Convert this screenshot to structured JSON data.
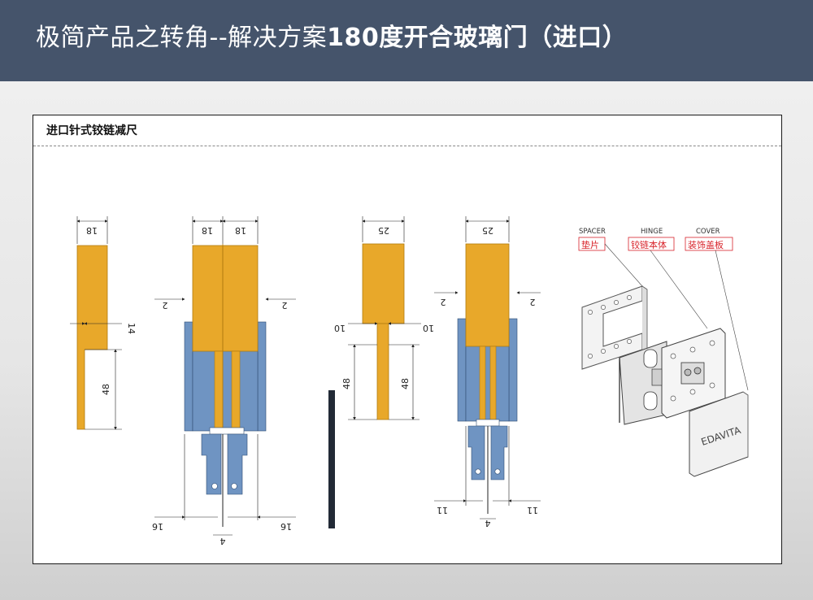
{
  "slide": {
    "title_regular": "极简产品之转角--解决方案",
    "title_bold": "180度开合玻璃门（进口）"
  },
  "panel": {
    "heading": "进口针式铰链减尺"
  },
  "dimensions": {
    "d18": "18",
    "d14": "14",
    "d48": "48",
    "d2": "2",
    "d16": "16",
    "d4": "4",
    "d25": "25",
    "d10": "10",
    "d11": "11"
  },
  "parts": {
    "spacer_en": "SPACER",
    "spacer_cn": "垫片",
    "hinge_en": "HINGE",
    "hinge_cn": "铰链本体",
    "cover_en": "COVER",
    "cover_cn": "装饰盖板",
    "brand": "EDAVITA"
  },
  "colors": {
    "header": "#45546b",
    "glass": "#e8a82a",
    "hinge_blue": "#6f94c2",
    "label_red": "#d8242b"
  }
}
